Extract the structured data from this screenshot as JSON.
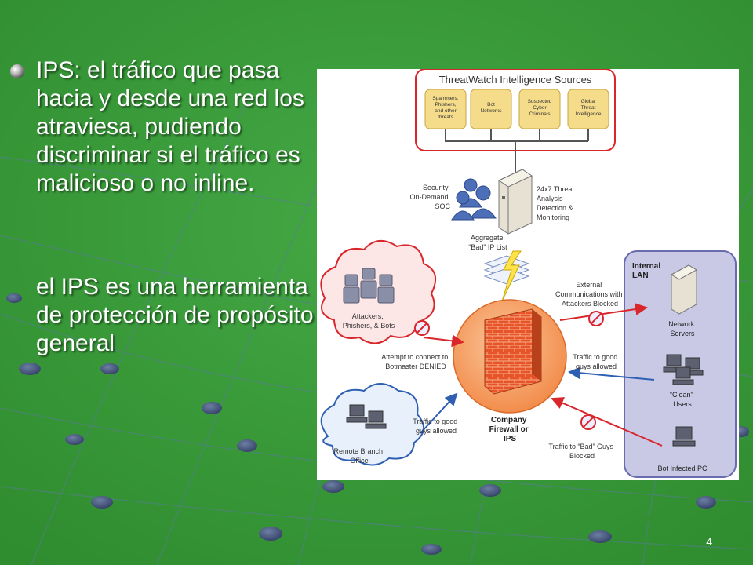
{
  "slide": {
    "bullet1": "IPS: el tráfico que pasa hacia y desde una red los atraviesa, pudiendo discriminar si el tráfico es malicioso o no inline.",
    "bullet2": "el IPS es una herramienta de protección de propósito general",
    "page_number": "4"
  },
  "diagram": {
    "sources_title": "ThreatWatch Intelligence Sources",
    "sources": [
      [
        "Spammers,",
        "Phishers,",
        "and other",
        "threats"
      ],
      [
        "Bot",
        "Networks"
      ],
      [
        "Suspected",
        "Cyber",
        "Criminals"
      ],
      [
        "Global",
        "Threat",
        "Intelligence"
      ]
    ],
    "soc_label": [
      "Security",
      "On-Demand",
      "SOC"
    ],
    "monitoring_label": [
      "24x7 Threat",
      "Analysis",
      "Detection &",
      "Monitoring"
    ],
    "aggregate_label": [
      "Aggregate",
      "“Bad” IP List"
    ],
    "attackers_label": [
      "Attackers,",
      "Phishers, & Bots"
    ],
    "attempt_label": [
      "Attempt to connect to",
      "Botmaster DENIED"
    ],
    "external_label": [
      "External",
      "Communications with",
      "Attackers Blocked"
    ],
    "traffic_good_label": [
      "Traffic to good",
      "guys allowed"
    ],
    "traffic_bad_label": [
      "Traffic to “Bad” Guys",
      "Blocked"
    ],
    "remote_traffic_label": [
      "Traffic to good",
      "guys allowed"
    ],
    "remote_label": [
      "Remote Branch",
      "Office"
    ],
    "firewall_label": [
      "Company",
      "Firewall or",
      "IPS"
    ],
    "lan_title": [
      "Internal",
      "LAN"
    ],
    "network_servers_label": [
      "Network",
      "Servers"
    ],
    "clean_users_label": [
      "“Clean”",
      "Users"
    ],
    "bot_pc_label": "Bot Infected PC"
  },
  "colors": {
    "background": "#3a9a3a",
    "red": "#d9262b",
    "blue": "#2f5fb3",
    "source_box": "#f5dc8a",
    "firewall_circle": "#f7a46b",
    "lan_panel": "#c9c9e6"
  }
}
